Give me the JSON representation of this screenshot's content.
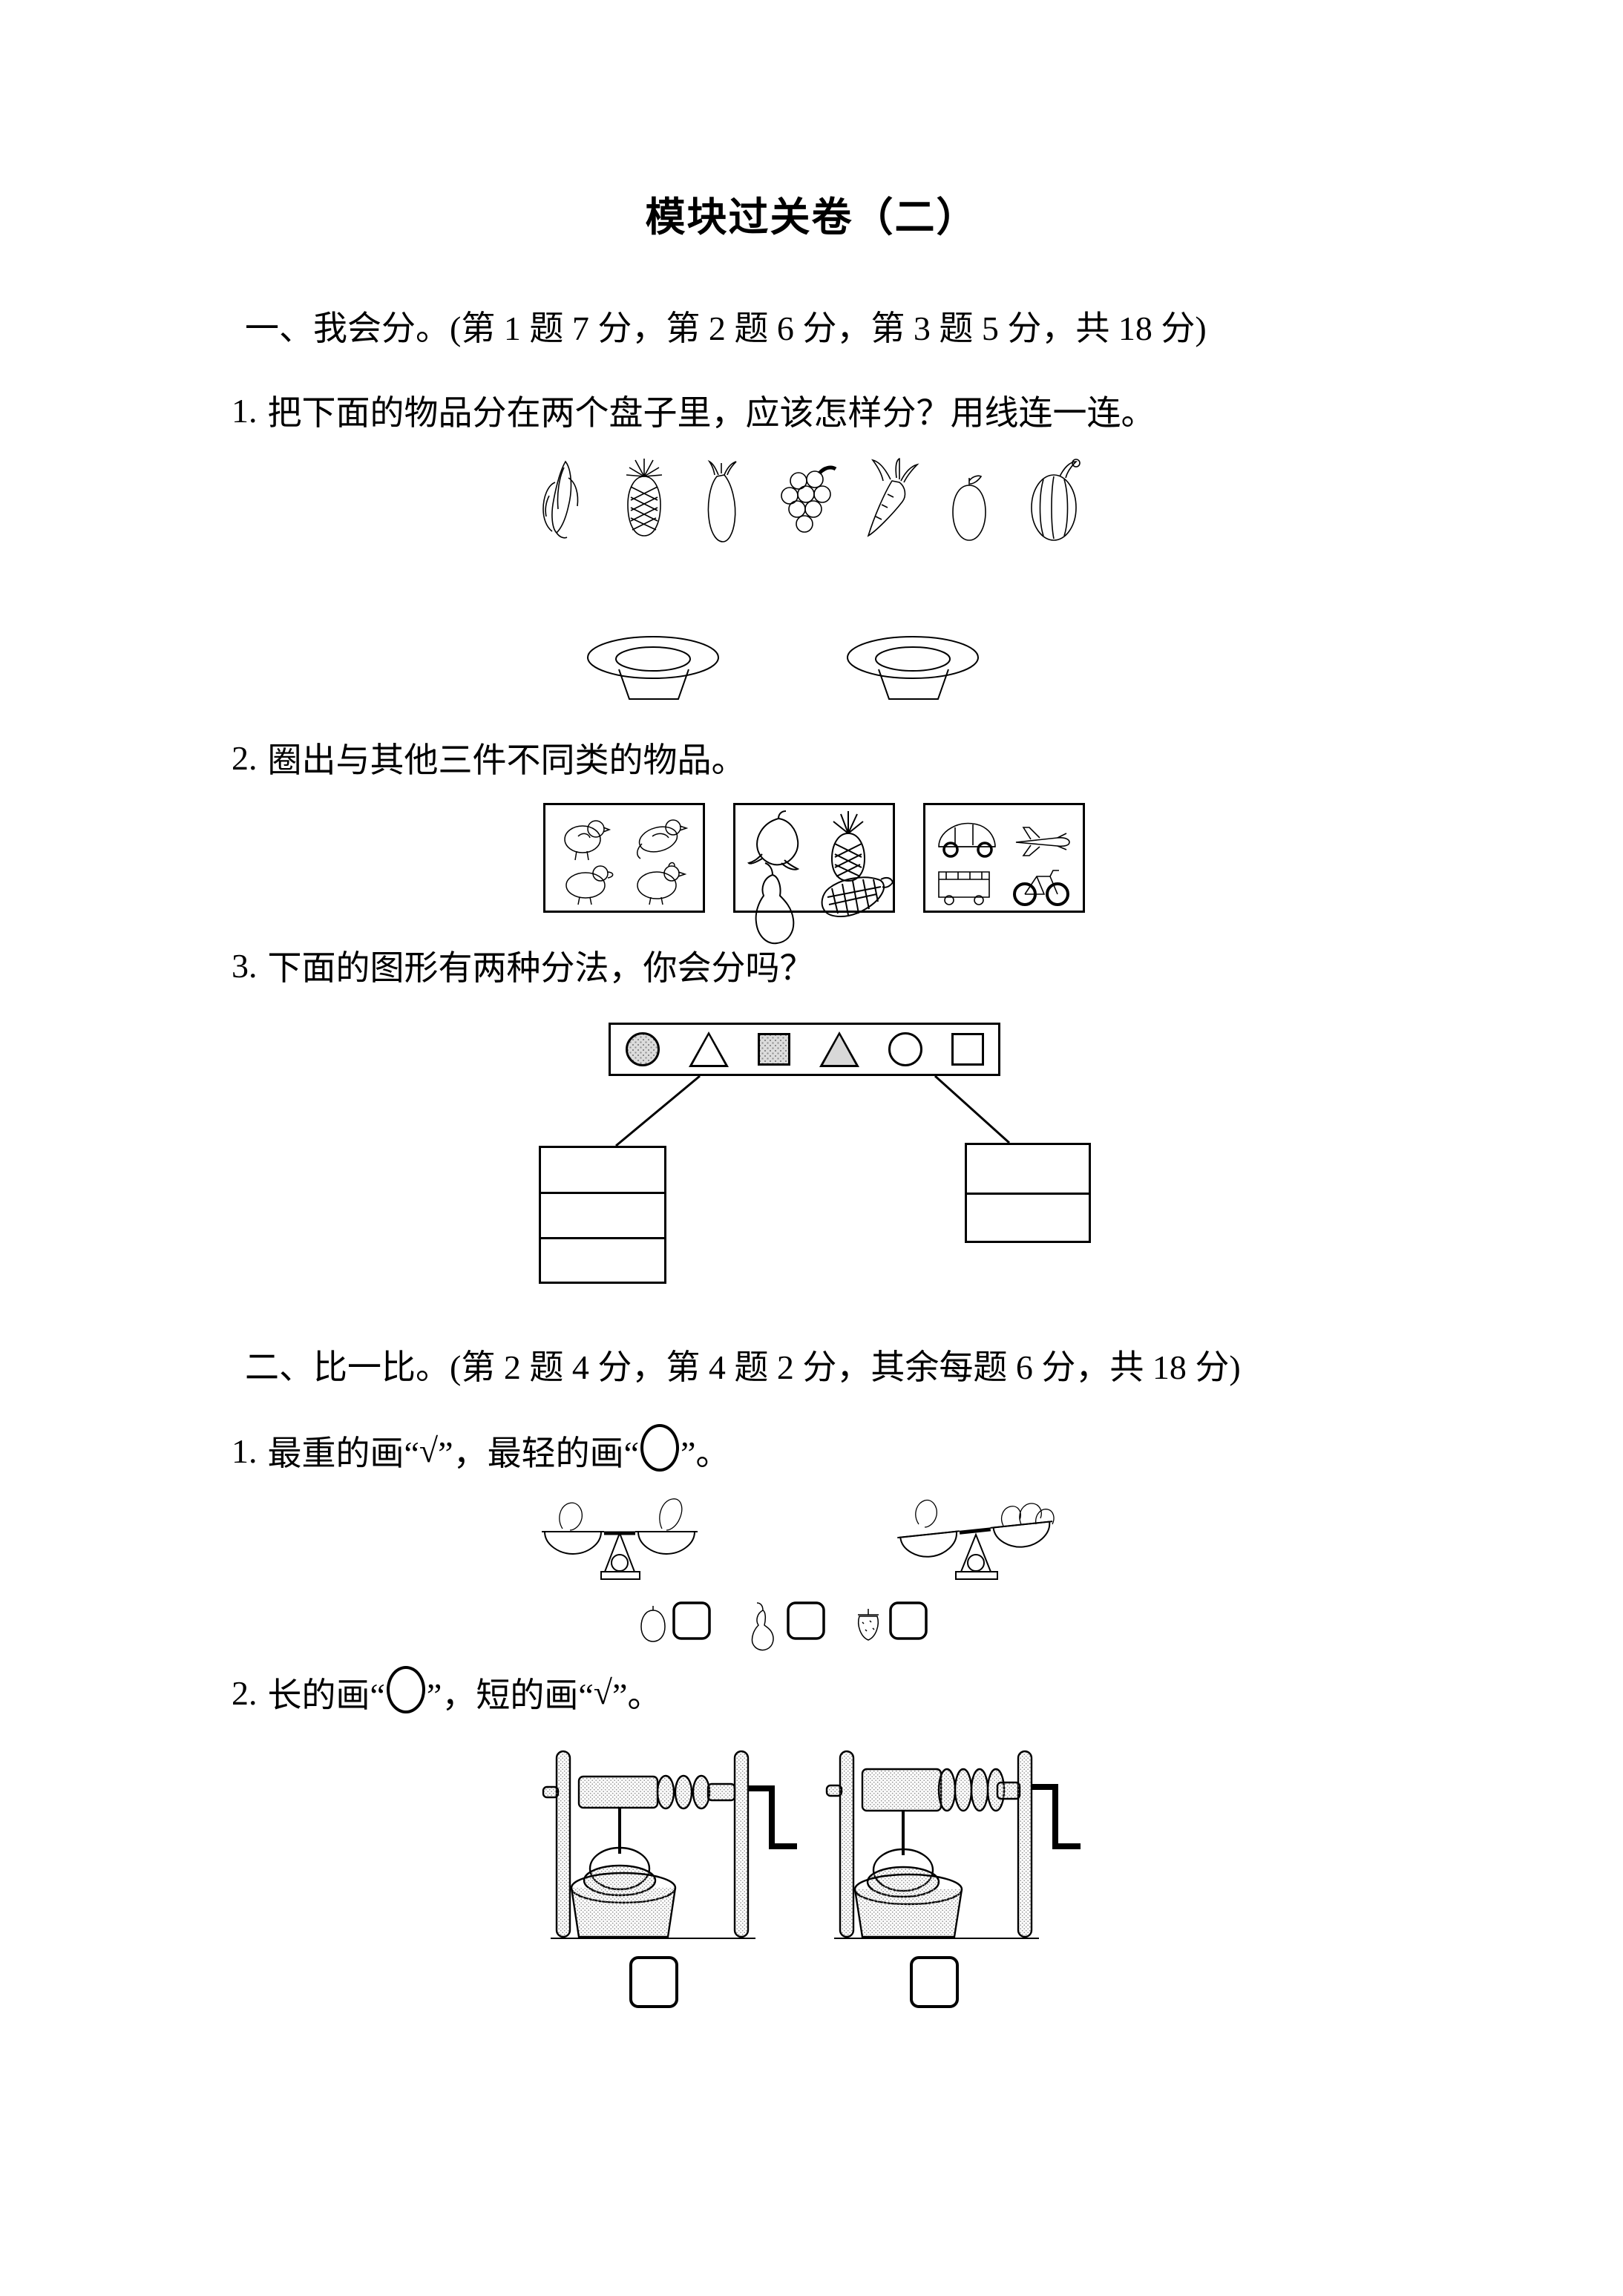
{
  "document": {
    "title": "模块过关卷（二）"
  },
  "sections": [
    {
      "id": "section-1",
      "heading": "一、我会分。(第 1 题 7 分，第 2 题 6 分，第 3 题 5 分，共 18 分)",
      "questions": [
        {
          "number": "1.",
          "text": "把下面的物品分在两个盘子里，应该怎样分？用线连一连。",
          "items": [
            "corn-icon",
            "pineapple-icon",
            "eggplant-icon",
            "grapes-icon",
            "carrot-icon",
            "apple-icon",
            "watermelon-icon"
          ],
          "targets": [
            "plate-icon",
            "plate-icon"
          ]
        },
        {
          "number": "2.",
          "text": "圈出与其他三件不同类的物品。",
          "boxes": [
            {
              "label": "box-1",
              "items": [
                "chick-icon",
                "bird-icon",
                "duck-icon",
                "chicken-icon"
              ]
            },
            {
              "label": "box-2",
              "items": [
                "peach-icon",
                "pineapple-icon",
                "pear-icon",
                "corn-icon"
              ]
            },
            {
              "label": "box-3",
              "items": [
                "car-icon",
                "plane-icon",
                "bus-icon",
                "bicycle-icon"
              ]
            }
          ]
        },
        {
          "number": "3.",
          "text": "下面的图形有两种分法，你会分吗？",
          "shapes": [
            {
              "kind": "circle",
              "fill": "shaded"
            },
            {
              "kind": "triangle",
              "fill": "white"
            },
            {
              "kind": "square",
              "fill": "shaded"
            },
            {
              "kind": "triangle",
              "fill": "shaded"
            },
            {
              "kind": "circle",
              "fill": "white"
            },
            {
              "kind": "square",
              "fill": "white"
            }
          ],
          "answer_boxes": [
            {
              "name": "left-answer-box",
              "rows": 3
            },
            {
              "name": "right-answer-box",
              "rows": 2
            }
          ]
        }
      ]
    },
    {
      "id": "section-2",
      "heading": "二、比一比。(第 2 题 4 分，第 4 题 2 分，其余每题 6 分，共 18 分)",
      "questions": [
        {
          "number": "1.",
          "text_parts": [
            "最重的画“",
            "√",
            "”，最轻的画“",
            "○",
            "”。"
          ],
          "scales": [
            {
              "name": "balance-scale-left",
              "state": "level"
            },
            {
              "name": "balance-scale-right",
              "state": "tilted-right-down"
            }
          ],
          "choices": [
            {
              "icon": "apple-icon",
              "box": "checkbox"
            },
            {
              "icon": "pear-icon",
              "box": "checkbox"
            },
            {
              "icon": "strawberry-icon",
              "box": "checkbox"
            }
          ]
        },
        {
          "number": "2.",
          "text_parts": [
            "长的画“",
            "○",
            "”，短的画“",
            "√",
            "”。"
          ],
          "wells": [
            {
              "name": "well-winch-left",
              "rope_coils": 3
            },
            {
              "name": "well-winch-right",
              "rope_coils": 4
            }
          ],
          "answer_boxes": [
            "checkbox",
            "checkbox"
          ]
        }
      ]
    }
  ],
  "glyphs": {
    "check": "√",
    "circle": "○"
  },
  "colors": {
    "ink": "#000000",
    "paper": "#ffffff",
    "shade": "#dcdcdc"
  }
}
